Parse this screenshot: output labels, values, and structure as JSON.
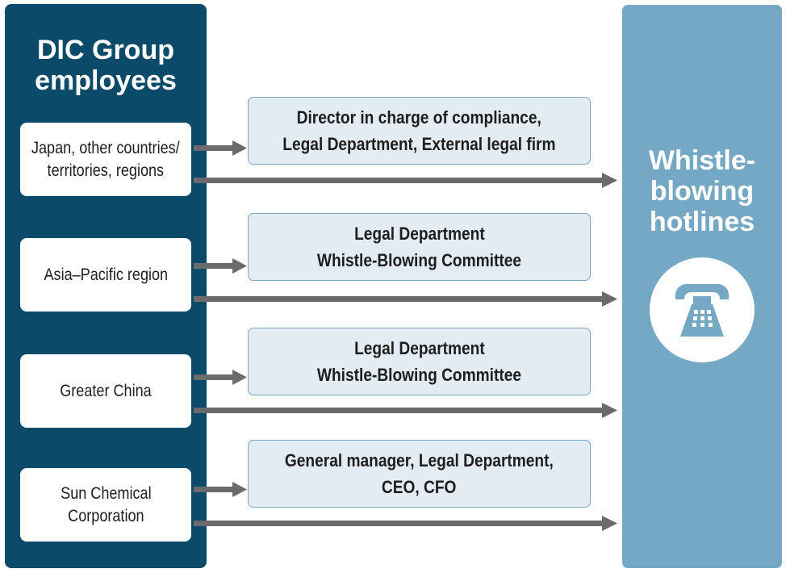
{
  "left_panel": {
    "title_line1": "DIC Group",
    "title_line2": "employees"
  },
  "right_panel": {
    "title_line1": "Whistle-",
    "title_line2": "blowing",
    "title_line3": "hotlines",
    "icon": "telephone-icon"
  },
  "rows": [
    {
      "region": [
        "Japan, other countries/",
        "territories, regions"
      ],
      "department": [
        "Director in charge of compliance,",
        "Legal Department, External legal firm"
      ]
    },
    {
      "region": [
        "Asia–Pacific region"
      ],
      "department": [
        "Legal Department",
        "Whistle-Blowing Committee"
      ]
    },
    {
      "region": [
        "Greater China"
      ],
      "department": [
        "Legal Department",
        "Whistle-Blowing Committee"
      ]
    },
    {
      "region": [
        "Sun Chemical",
        "Corporation"
      ],
      "department": [
        "General manager, Legal Department,",
        "CEO, CFO"
      ]
    }
  ],
  "colors": {
    "navy": "#0c4a69",
    "light_blue": "#74a8c4",
    "box_fill": "#e3ebf3",
    "box_border": "#7ea7c4",
    "arrow": "#6b6b6b"
  }
}
